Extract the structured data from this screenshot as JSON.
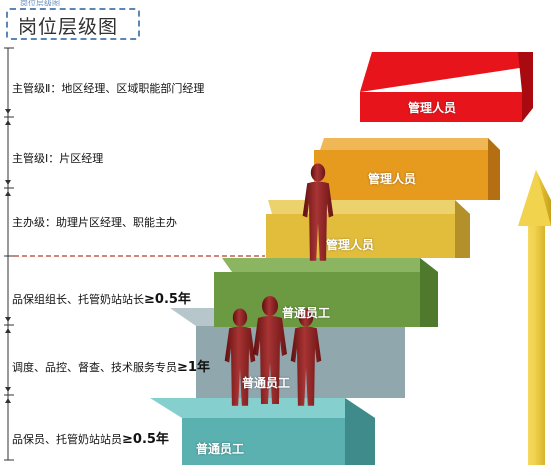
{
  "title": "岗位层级图",
  "top_strip": "岗位层级图",
  "levels": [
    {
      "label": "主管级Ⅱ：地区经理、区域职能部门经理"
    },
    {
      "label": "主管级Ⅰ：片区经理"
    },
    {
      "label": "主办级：助理片区经理、职能主办"
    },
    {
      "label_main": "品保组组长、托管奶站站长",
      "label_req": "≥0.5年"
    },
    {
      "label_main": "调度、品控、督查、技术服务专员",
      "label_req": "≥1年"
    },
    {
      "label_main": "品保员、托管奶站站员",
      "label_req": "≥0.5年"
    }
  ],
  "steps": [
    {
      "label": "管理人员",
      "color": "#e8141c"
    },
    {
      "label": "管理人员",
      "color": "#e69a1e"
    },
    {
      "label": "管理人员",
      "color": "#e2bd3c"
    },
    {
      "label": "普通员工",
      "color": "#6c9a42"
    },
    {
      "label": "普通员工",
      "color": "#90a7ae"
    },
    {
      "label": "普通员工",
      "color": "#5ab1b0"
    }
  ],
  "colors": {
    "arrow": "#e9c52a",
    "figure": "#8e2020",
    "axis": "#333333",
    "dashed_divider": "#c0392b"
  }
}
